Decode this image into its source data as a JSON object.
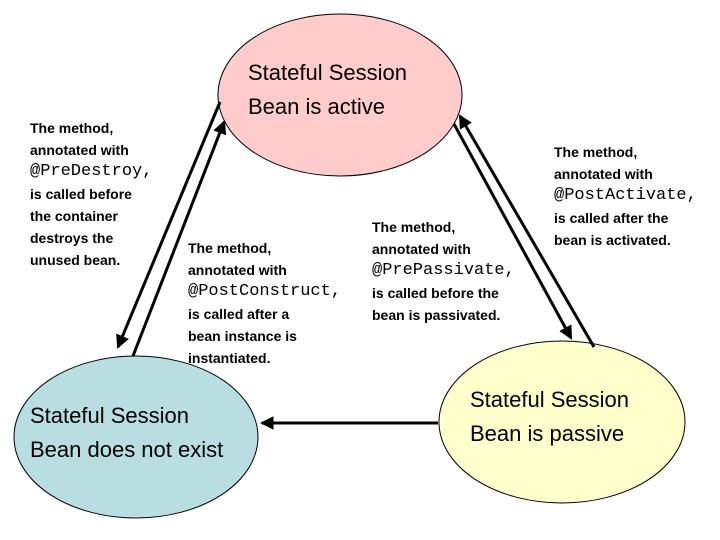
{
  "diagram": {
    "states": {
      "active": {
        "line1": "Stateful Session",
        "line2": "Bean is active",
        "fill": "#ffcccc"
      },
      "not_exist": {
        "line1": "Stateful Session",
        "line2": "Bean does not exist",
        "fill": "#b9dee1"
      },
      "passive": {
        "line1": "Stateful Session",
        "line2": "Bean is passive",
        "fill": "#ffffcc"
      }
    },
    "annotations": {
      "pre_destroy": {
        "lines": [
          "The method,",
          "annotated with",
          "@PreDestroy,",
          "is called before",
          "the container",
          "destroys the",
          "unused bean."
        ]
      },
      "post_construct": {
        "lines": [
          "The method,",
          "annotated with",
          "@PostConstruct,",
          "is called after a",
          "bean instance is",
          "instantiated."
        ]
      },
      "pre_passivate": {
        "lines": [
          "The method,",
          "annotated with",
          "@PrePassivate,",
          "is called before the",
          "bean is passivated."
        ]
      },
      "post_activate": {
        "lines": [
          "The method,",
          "annotated with",
          "@PostActivate,",
          "is called after the",
          "bean is activated."
        ]
      }
    },
    "colors": {
      "arrow": "#000000",
      "ellipse_outline": "#000000",
      "background": "#ffffff"
    }
  }
}
